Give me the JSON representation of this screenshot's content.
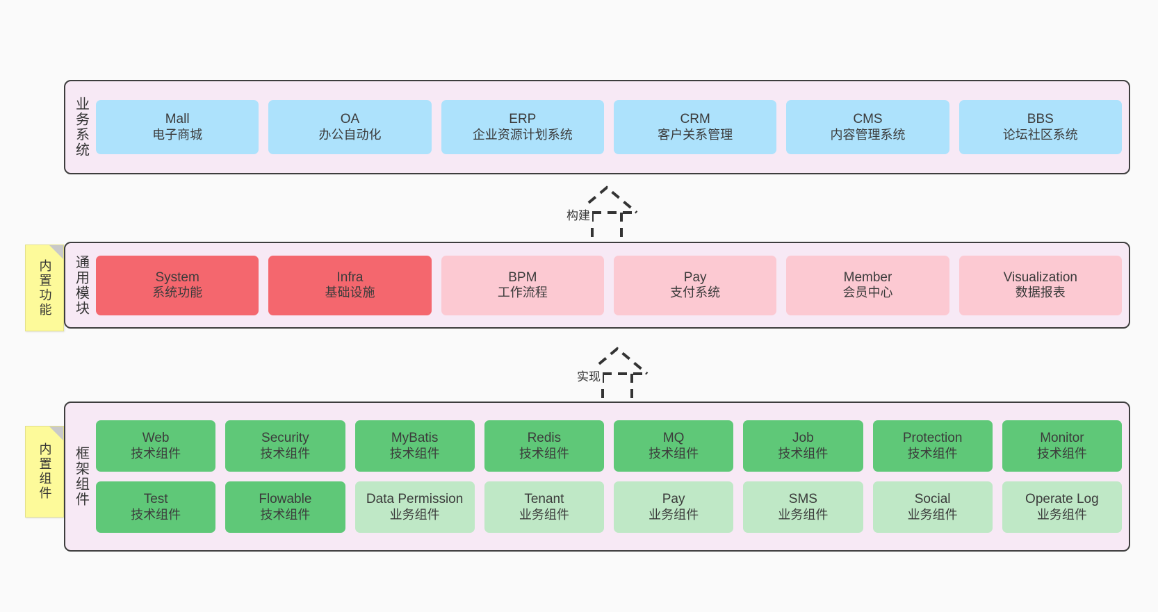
{
  "diagram": {
    "background_color": "#fafafa",
    "container_color": "#f7e9f5",
    "border_color": "#3d3d3d"
  },
  "layers": [
    {
      "key": "business",
      "title": "业务系统",
      "sticky": null,
      "rows": [
        {
          "style": "blue",
          "nodes": [
            {
              "name": "Mall",
              "sub": "电子商城"
            },
            {
              "name": "OA",
              "sub": "办公自动化"
            },
            {
              "name": "ERP",
              "sub": "企业资源计划系统"
            },
            {
              "name": "CRM",
              "sub": "客户关系管理"
            },
            {
              "name": "CMS",
              "sub": "内容管理系统"
            },
            {
              "name": "BBS",
              "sub": "论坛社区系统"
            }
          ]
        }
      ]
    },
    {
      "key": "common",
      "title": "通用模块",
      "sticky": "内置功能",
      "rows": [
        {
          "style": "mixed-red",
          "nodes": [
            {
              "name": "System",
              "sub": "系统功能",
              "style": "red"
            },
            {
              "name": "Infra",
              "sub": "基础设施",
              "style": "red"
            },
            {
              "name": "BPM",
              "sub": "工作流程",
              "style": "pink"
            },
            {
              "name": "Pay",
              "sub": "支付系统",
              "style": "pink"
            },
            {
              "name": "Member",
              "sub": "会员中心",
              "style": "pink"
            },
            {
              "name": "Visualization",
              "sub": "数据报表",
              "style": "pink"
            }
          ]
        }
      ]
    },
    {
      "key": "framework",
      "title": "框架组件",
      "sticky": "内置组件",
      "rows": [
        {
          "style": "green",
          "nodes": [
            {
              "name": "Web",
              "sub": "技术组件",
              "style": "green"
            },
            {
              "name": "Security",
              "sub": "技术组件",
              "style": "green"
            },
            {
              "name": "MyBatis",
              "sub": "技术组件",
              "style": "green"
            },
            {
              "name": "Redis",
              "sub": "技术组件",
              "style": "green"
            },
            {
              "name": "MQ",
              "sub": "技术组件",
              "style": "green"
            },
            {
              "name": "Job",
              "sub": "技术组件",
              "style": "green"
            },
            {
              "name": "Protection",
              "sub": "技术组件",
              "style": "green"
            },
            {
              "name": "Monitor",
              "sub": "技术组件",
              "style": "green"
            }
          ]
        },
        {
          "style": "mixed-green",
          "nodes": [
            {
              "name": "Test",
              "sub": "技术组件",
              "style": "green"
            },
            {
              "name": "Flowable",
              "sub": "技术组件",
              "style": "green"
            },
            {
              "name": "Data Permission",
              "sub": "业务组件",
              "style": "lgreen"
            },
            {
              "name": "Tenant",
              "sub": "业务组件",
              "style": "lgreen"
            },
            {
              "name": "Pay",
              "sub": "业务组件",
              "style": "lgreen"
            },
            {
              "name": "SMS",
              "sub": "业务组件",
              "style": "lgreen"
            },
            {
              "name": "Social",
              "sub": "业务组件",
              "style": "lgreen"
            },
            {
              "name": "Operate Log",
              "sub": "业务组件",
              "style": "lgreen"
            }
          ]
        }
      ]
    }
  ],
  "connectors": [
    {
      "key": "build",
      "label": "构建"
    },
    {
      "key": "implement",
      "label": "实现"
    }
  ]
}
